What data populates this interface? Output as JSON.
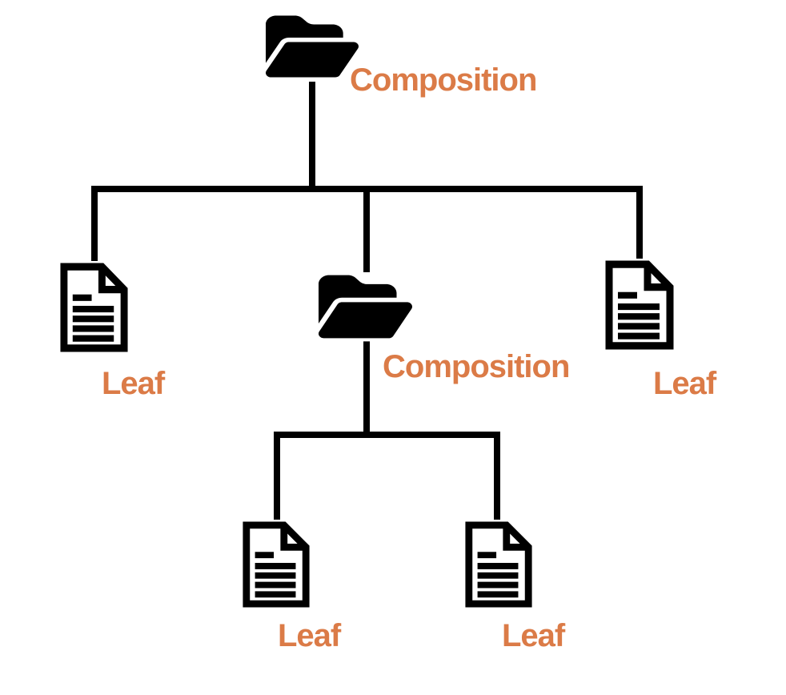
{
  "diagram": {
    "name": "composite-pattern-tree",
    "colors": {
      "label": "#DB7B47",
      "shape": "#000000",
      "background": "#FFFFFF"
    },
    "icons": {
      "folder": "open-folder-icon",
      "document": "document-icon"
    },
    "nodes": {
      "root": {
        "type": "folder",
        "label": "Composition"
      },
      "l1_left": {
        "type": "document",
        "label": "Leaf"
      },
      "l1_middle": {
        "type": "folder",
        "label": "Composition"
      },
      "l1_right": {
        "type": "document",
        "label": "Leaf"
      },
      "l2_left": {
        "type": "document",
        "label": "Leaf"
      },
      "l2_right": {
        "type": "document",
        "label": "Leaf"
      }
    }
  }
}
